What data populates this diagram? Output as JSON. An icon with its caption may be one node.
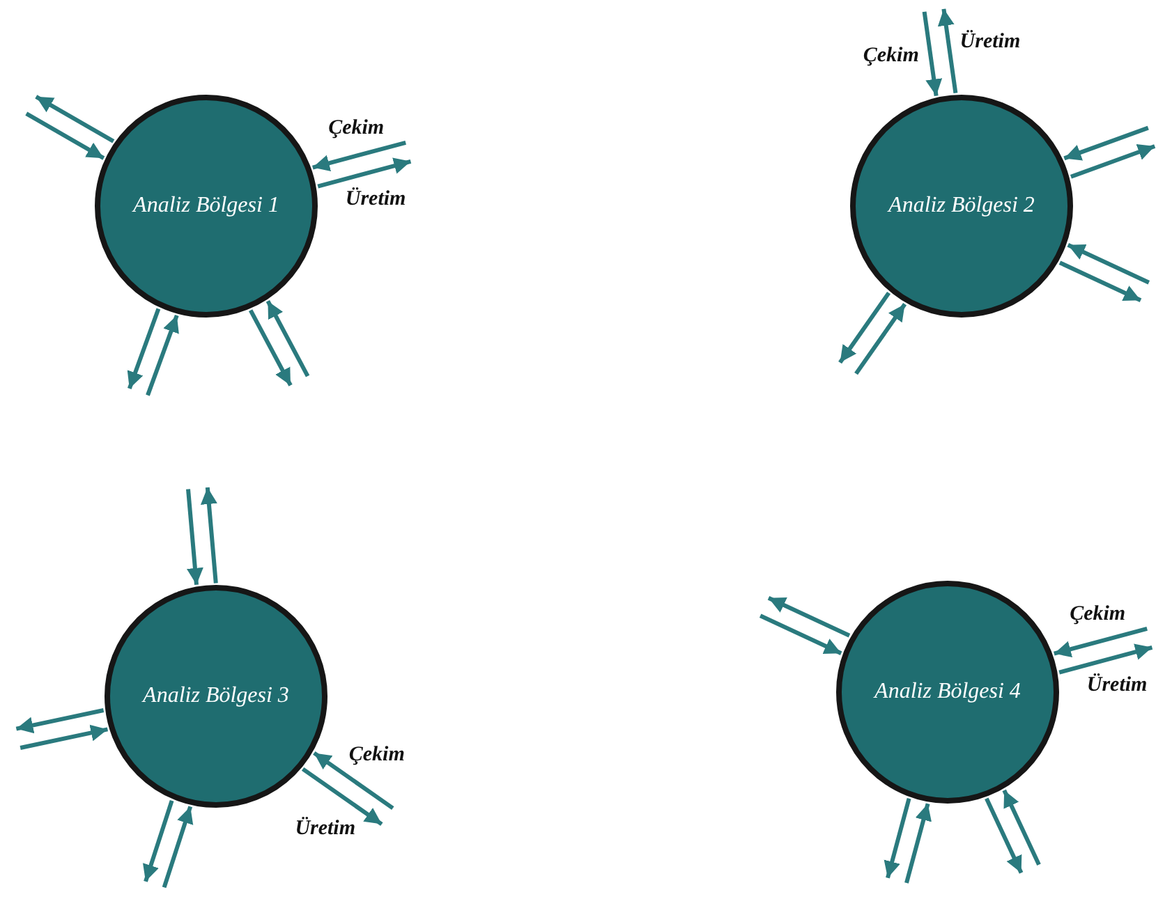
{
  "diagram": {
    "nodes": [
      {
        "text": [
          "Analiz Bölgesi 1"
        ]
      },
      {
        "text": [
          "Analiz Bölgesi 2"
        ]
      },
      {
        "text": [
          "Analiz Bölgesi 3"
        ]
      },
      {
        "text": [
          "Analiz Bölgesi 4"
        ]
      }
    ],
    "edges": [
      {
        "from": null,
        "to": 0,
        "arrow": "to"
      },
      {
        "from": 0,
        "to": null,
        "arrow": "to"
      },
      {
        "from": null,
        "to": 0,
        "arrow": "to",
        "label": "Çekim"
      },
      {
        "from": 0,
        "to": null,
        "arrow": "to",
        "label": "Üretim"
      },
      {
        "from": null,
        "to": 0,
        "arrow": "to"
      },
      {
        "from": 0,
        "to": null,
        "arrow": "to"
      },
      {
        "from": null,
        "to": 0,
        "arrow": "to"
      },
      {
        "from": 0,
        "to": null,
        "arrow": "to"
      },
      {
        "from": null,
        "to": 1,
        "arrow": "to",
        "label": "Çekim"
      },
      {
        "from": 1,
        "to": null,
        "arrow": "to",
        "label": "Üretim"
      },
      {
        "from": 1,
        "to": null,
        "arrow": "to"
      },
      {
        "from": null,
        "to": 1,
        "arrow": "to"
      },
      {
        "from": 1,
        "to": null,
        "arrow": "to"
      },
      {
        "from": null,
        "to": 1,
        "arrow": "to"
      },
      {
        "from": null,
        "to": 1,
        "arrow": "to"
      },
      {
        "from": 1,
        "to": null,
        "arrow": "to"
      },
      {
        "from": 2,
        "to": null,
        "arrow": "to"
      },
      {
        "from": null,
        "to": 2,
        "arrow": "to"
      },
      {
        "from": null,
        "to": 2,
        "arrow": "to"
      },
      {
        "from": 2,
        "to": null,
        "arrow": "to"
      },
      {
        "from": null,
        "to": 2,
        "arrow": "to"
      },
      {
        "from": 2,
        "to": null,
        "arrow": "to"
      },
      {
        "from": null,
        "to": 2,
        "arrow": "to",
        "label": "Çekim"
      },
      {
        "from": 2,
        "to": null,
        "arrow": "to",
        "label": "Üretim"
      },
      {
        "from": null,
        "to": 3,
        "arrow": "to"
      },
      {
        "from": 3,
        "to": null,
        "arrow": "to"
      },
      {
        "from": null,
        "to": 3,
        "arrow": "to",
        "label": "Çekim"
      },
      {
        "from": 3,
        "to": null,
        "arrow": "to",
        "label": "Üretim"
      },
      {
        "from": null,
        "to": 3,
        "arrow": "to"
      },
      {
        "from": 3,
        "to": null,
        "arrow": "to"
      },
      {
        "from": null,
        "to": 3,
        "arrow": "to"
      },
      {
        "from": 3,
        "to": null,
        "arrow": "to"
      }
    ]
  }
}
